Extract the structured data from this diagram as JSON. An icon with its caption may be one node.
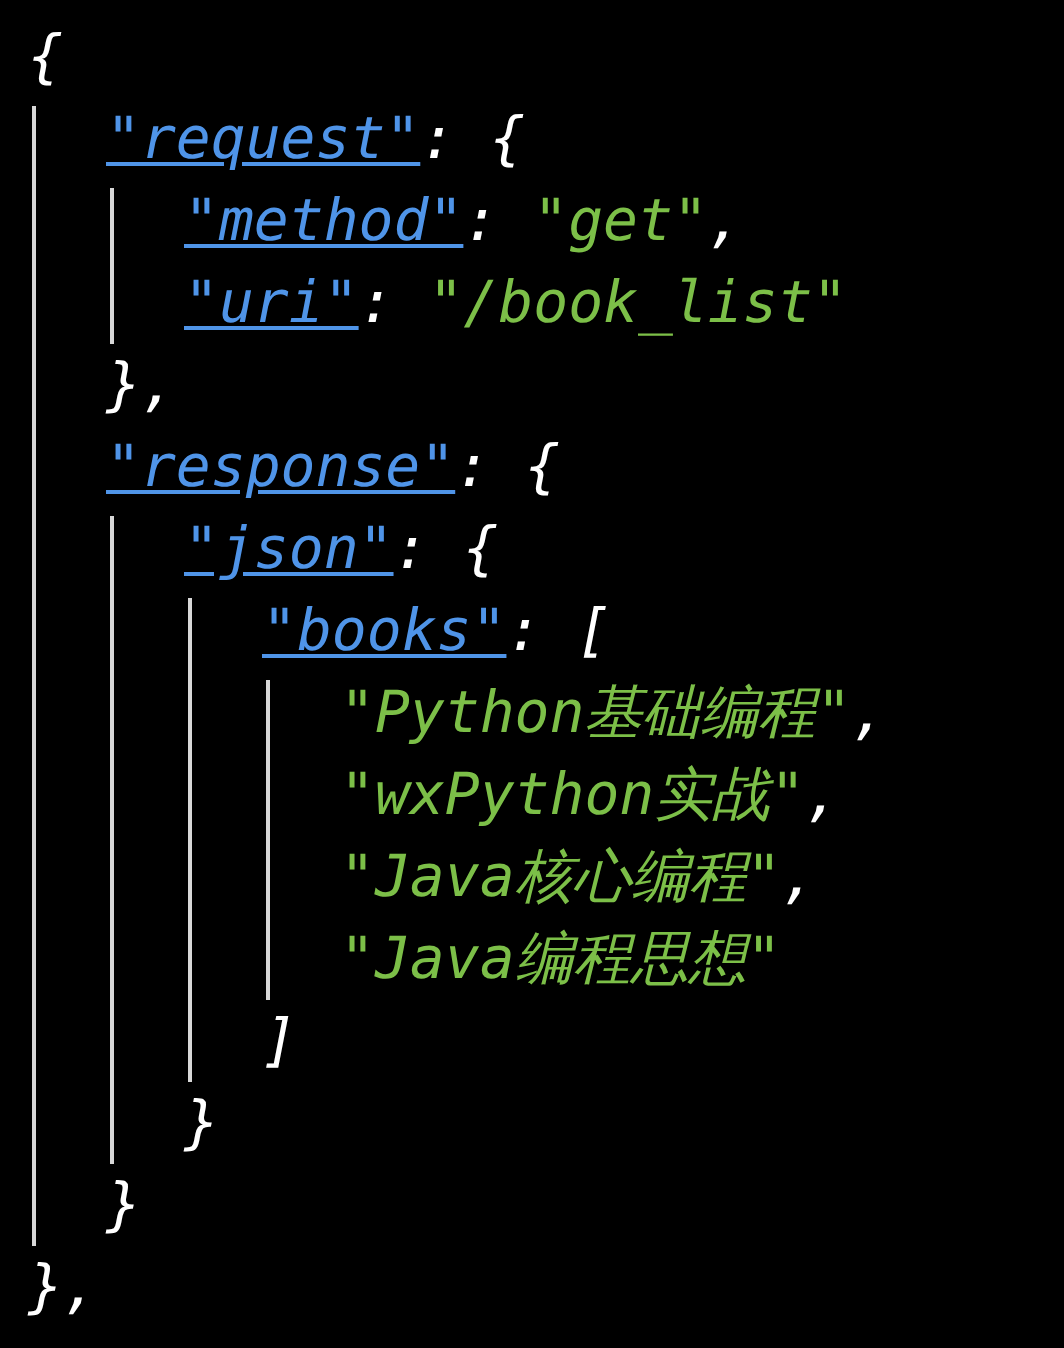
{
  "diagram": {
    "labels": [
      "{",
      "\"request\": {",
      "\"method\": \"get\",",
      "\"uri\": \"/book_list\"",
      "},",
      "\"response\": {",
      "\"json\": {",
      "\"books\": [",
      "\"Python基础编程\",",
      "\"wxPython实战\",",
      "\"Java核心编程\",",
      "\"Java编程思想\"",
      "]",
      "}",
      "}",
      "},"
    ]
  }
}
